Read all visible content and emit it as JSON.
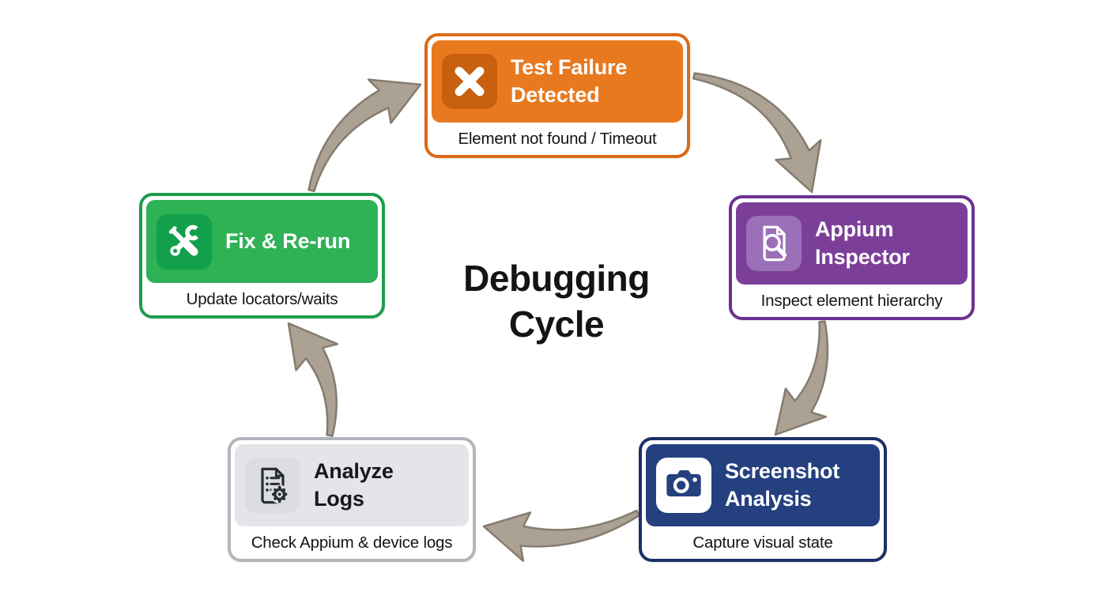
{
  "diagram_title": "Debugging\nCycle",
  "nodes": [
    {
      "id": "test-failure-detected",
      "title": "Test Failure\nDetected",
      "subtitle": "Element not found / Timeout",
      "icon": "x-mark-icon",
      "colors": {
        "border": "#DA6A16",
        "fill": "#E8791F",
        "icon_bg": "#C8600F",
        "title": "#FFFFFF"
      }
    },
    {
      "id": "appium-inspector",
      "title": "Appium\nInspector",
      "subtitle": "Inspect element hierarchy",
      "icon": "document-magnifier-icon",
      "colors": {
        "border": "#6C3190",
        "fill": "#7C3F99",
        "icon_bg": "#9C70B8",
        "title": "#FFFFFF"
      }
    },
    {
      "id": "screenshot-analysis",
      "title": "Screenshot\nAnalysis",
      "subtitle": "Capture visual state",
      "icon": "camera-icon",
      "colors": {
        "border": "#1C3168",
        "fill": "#24407F",
        "icon_bg": "#FFFFFF",
        "title": "#FFFFFF"
      }
    },
    {
      "id": "analyze-logs",
      "title": "Analyze\nLogs",
      "subtitle": "Check Appium & device logs",
      "icon": "document-gear-icon",
      "colors": {
        "border": "#B2B6BC",
        "fill": "#E4E5E8",
        "icon_bg": "#DBDDE1",
        "title": "#16181B"
      }
    },
    {
      "id": "fix-and-rerun",
      "title": "Fix & Re-run",
      "subtitle": "Update locators/waits",
      "icon": "tools-icon",
      "colors": {
        "border": "#1E9C4E",
        "fill": "#2FB156",
        "icon_bg": "#12A04C",
        "title": "#FFFFFF"
      }
    }
  ],
  "connections": [
    {
      "from": "test-failure-detected",
      "to": "appium-inspector"
    },
    {
      "from": "appium-inspector",
      "to": "screenshot-analysis"
    },
    {
      "from": "screenshot-analysis",
      "to": "analyze-logs"
    },
    {
      "from": "analyze-logs",
      "to": "fix-and-rerun"
    },
    {
      "from": "fix-and-rerun",
      "to": "test-failure-detected"
    }
  ],
  "arrow_colors": {
    "fill": "#ACA294",
    "stroke": "#857C6E"
  }
}
